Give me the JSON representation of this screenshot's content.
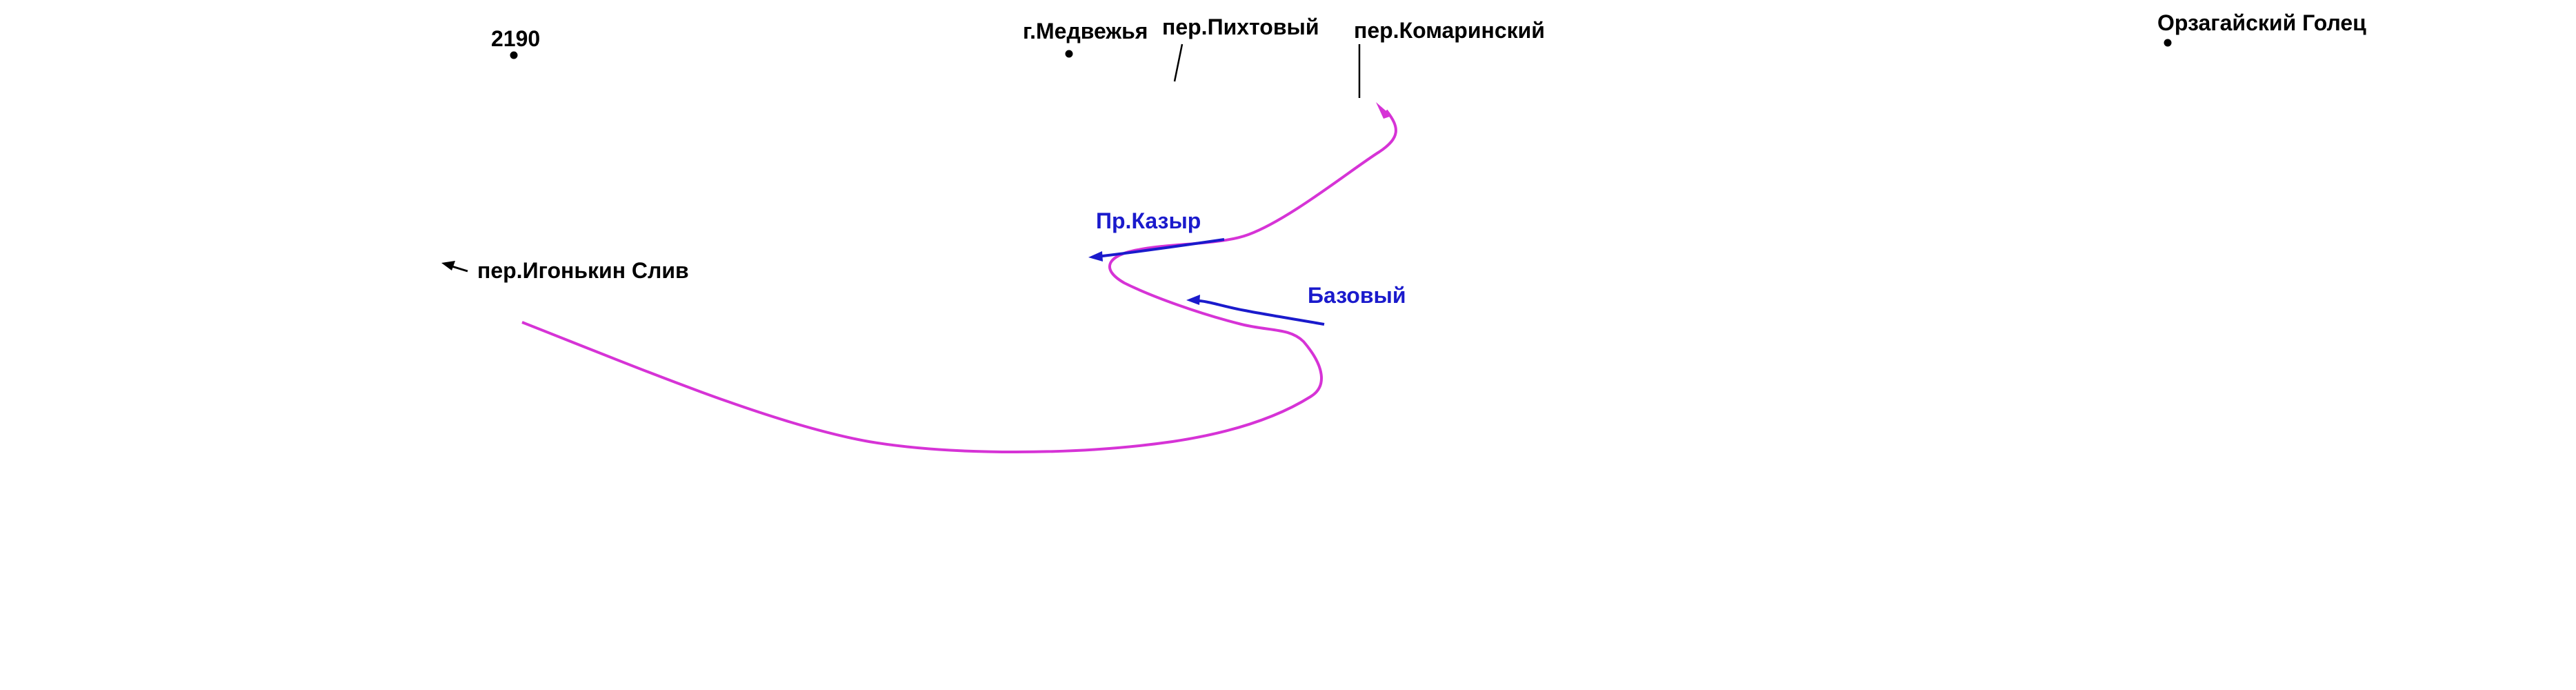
{
  "colors": {
    "route": "#d633d6",
    "river": "#1a1acc",
    "label": "#000000",
    "river_label": "#1a1acc",
    "background": "#ffffff"
  },
  "labels": {
    "peak_2190": "2190",
    "mount_medvezhya": "г.Медвежья",
    "pass_pikhtovy": "пер.Пихтовый",
    "pass_komarinsky": "пер.Комаринский",
    "orzagaysky_golets": "Орзагайский Голец",
    "pass_igonkin_sliv": "пер.Игонькин Слив",
    "river_kazyr": "Пр.Казыр",
    "river_bazovy": "Базовый"
  }
}
